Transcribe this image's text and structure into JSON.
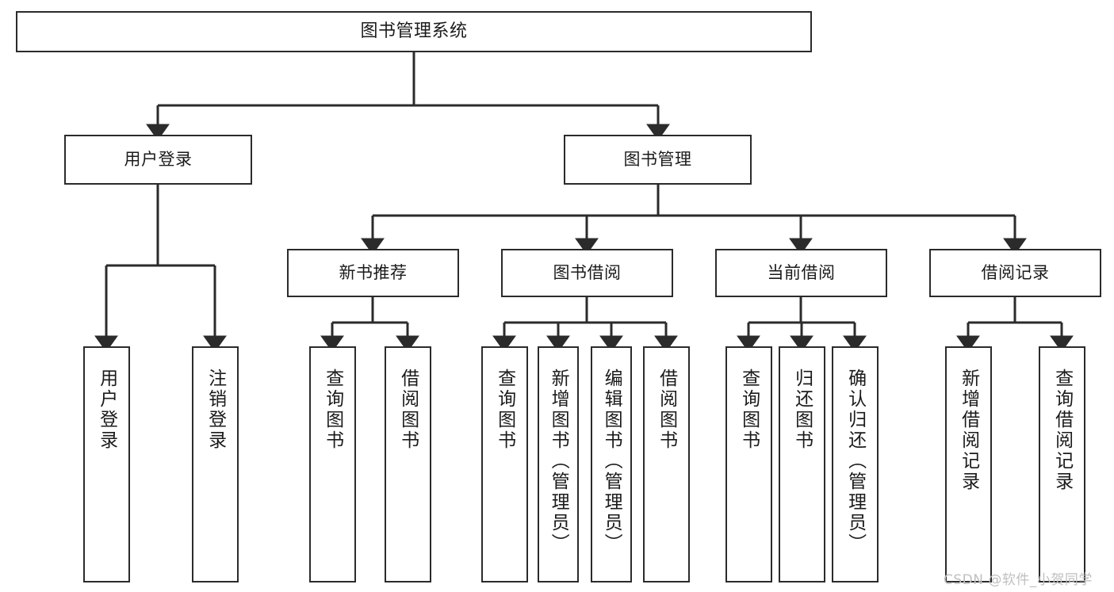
{
  "diagram": {
    "title": "图书管理系统",
    "type": "tree-hierarchy",
    "orientation": "top-down",
    "colors": {
      "box_border": "#2b2b2b",
      "box_fill": "#ffffff",
      "edge": "#2b2b2b",
      "text": "#1b1b1b",
      "watermark": "#bfbfbf",
      "background": "#ffffff"
    },
    "watermark": "CSDN @软件_小贺同学"
  },
  "root": {
    "label": "图书管理系统"
  },
  "level1": [
    {
      "label": "用户登录"
    },
    {
      "label": "图书管理"
    }
  ],
  "level2": [
    {
      "label": "新书推荐"
    },
    {
      "label": "图书借阅"
    },
    {
      "label": "当前借阅"
    },
    {
      "label": "借阅记录"
    }
  ],
  "leaves": {
    "user_login": [
      {
        "label": "用户登录"
      },
      {
        "label": "注销登录"
      }
    ],
    "new_book_recommend": [
      {
        "label": "查询图书"
      },
      {
        "label": "借阅图书"
      }
    ],
    "book_borrow": [
      {
        "label": "查询图书"
      },
      {
        "label": "新增图书（管理员）"
      },
      {
        "label": "编辑图书（管理员）"
      },
      {
        "label": "借阅图书"
      }
    ],
    "current_borrow": [
      {
        "label": "查询图书"
      },
      {
        "label": "归还图书"
      },
      {
        "label": "确认归还（管理员）"
      }
    ],
    "borrow_record": [
      {
        "label": "新增借阅记录"
      },
      {
        "label": "查询借阅记录"
      }
    ]
  }
}
